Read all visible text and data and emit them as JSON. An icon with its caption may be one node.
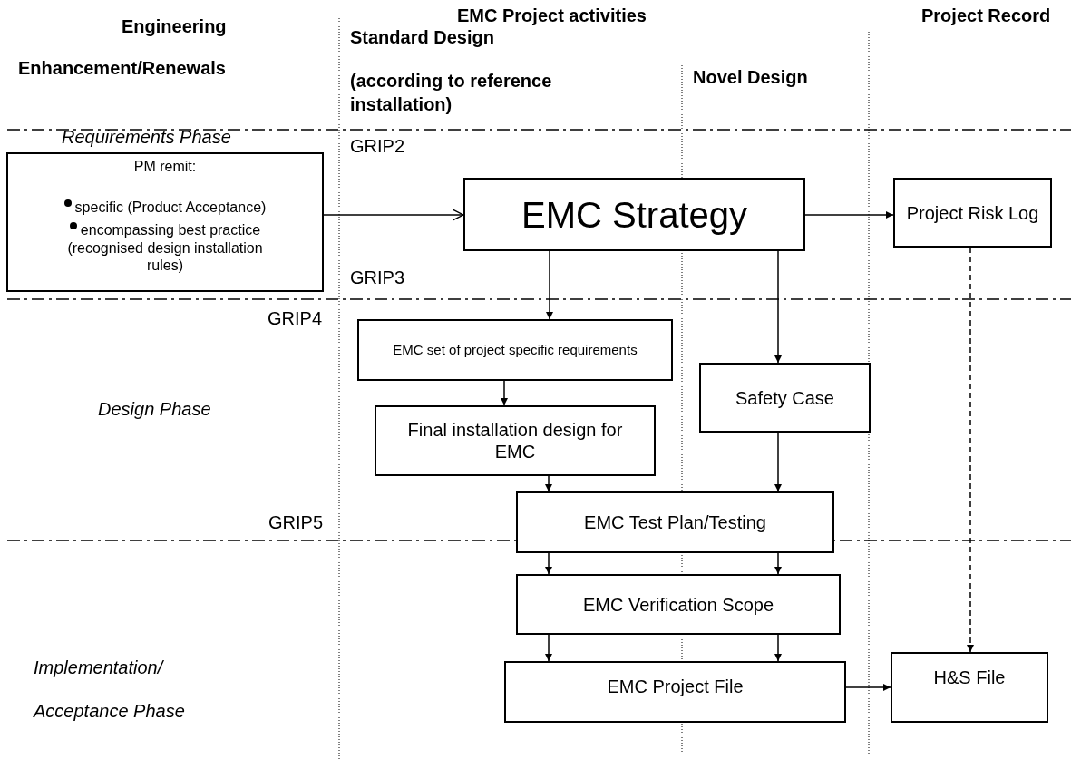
{
  "diagram": {
    "nodes": [
      {
        "text": [
          "PM remit:",
          "specific (Product Acceptance)",
          "encompassing best practice (recognised design installation rules)"
        ]
      },
      {
        "text": [
          "EMC Strategy"
        ]
      },
      {
        "text": [
          "Project Risk Log"
        ]
      },
      {
        "text": [
          "EMC set of project specific requirements"
        ]
      },
      {
        "text": [
          "Safety Case"
        ]
      },
      {
        "text": [
          "Final installation design for EMC"
        ]
      },
      {
        "text": [
          "EMC Test Plan/Testing"
        ]
      },
      {
        "text": [
          "EMC Verification Scope"
        ]
      },
      {
        "text": [
          "EMC Project File"
        ]
      },
      {
        "text": [
          "H&S File"
        ]
      }
    ],
    "edges": [
      {
        "from": 0,
        "to": 1,
        "arrow": "to"
      },
      {
        "from": 1,
        "to": 2,
        "arrow": "to"
      },
      {
        "from": 1,
        "to": 3,
        "arrow": "to"
      },
      {
        "from": 1,
        "to": 4,
        "arrow": "to"
      },
      {
        "from": 3,
        "to": 5,
        "arrow": "to"
      },
      {
        "from": 5,
        "to": 6,
        "arrow": "to"
      },
      {
        "from": 4,
        "to": 6,
        "arrow": "to"
      },
      {
        "from": 6,
        "to": 7,
        "arrow": "to"
      },
      {
        "from": 6,
        "to": 7,
        "arrow": "to"
      },
      {
        "from": 7,
        "to": 8,
        "arrow": "to"
      },
      {
        "from": 7,
        "to": 8,
        "arrow": "to"
      },
      {
        "from": 8,
        "to": 9,
        "arrow": "to"
      },
      {
        "from": 2,
        "to": 9,
        "arrow": "to",
        "style": "dashed"
      }
    ],
    "labels": [
      "Engineering",
      "EMC Project activities",
      "Project Record",
      "Standard Design",
      "Enhancement/Renewals",
      "(according to reference installation)",
      "Novel Design",
      "Requirements Phase",
      "GRIP2",
      "GRIP3",
      "GRIP4",
      "Design Phase",
      "GRIP5",
      "Implementation/",
      "Acceptance Phase"
    ]
  }
}
